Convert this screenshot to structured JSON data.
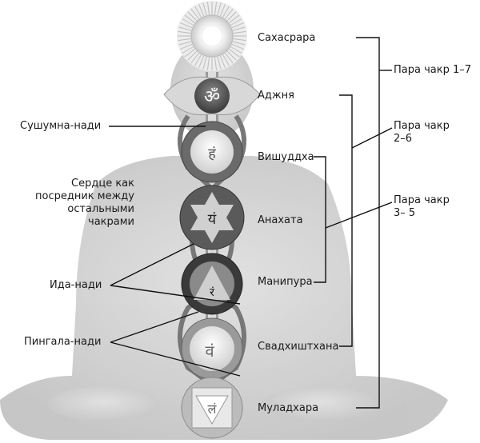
{
  "chakras": [
    {
      "name": "Сахасрара",
      "glyph": ""
    },
    {
      "name": "Аджня",
      "glyph": "ॐ"
    },
    {
      "name": "Вишуддха",
      "glyph": "हं"
    },
    {
      "name": "Анахата",
      "glyph": "यं"
    },
    {
      "name": "Манипура",
      "glyph": "रं"
    },
    {
      "name": "Свадхиштхана",
      "glyph": "वं"
    },
    {
      "name": "Муладхара",
      "glyph": "लं"
    }
  ],
  "left_labels": {
    "sushumna": "Сушумна-нади",
    "heart": "Сердце как\nпосредник между\nостальными\nчакрами",
    "ida": "Ида-нади",
    "pingala": "Пингала-нади"
  },
  "pairs": [
    {
      "label": "Пара чакр 1–7"
    },
    {
      "label": "Пара чакр\n2–6"
    },
    {
      "label": "Пара чакр\n3– 5"
    }
  ],
  "colors": {
    "silhouette": "#cfcfcf",
    "lotus_dark": "#5a5a5a",
    "lotus_light": "#e6e6e6",
    "line": "#111111"
  }
}
